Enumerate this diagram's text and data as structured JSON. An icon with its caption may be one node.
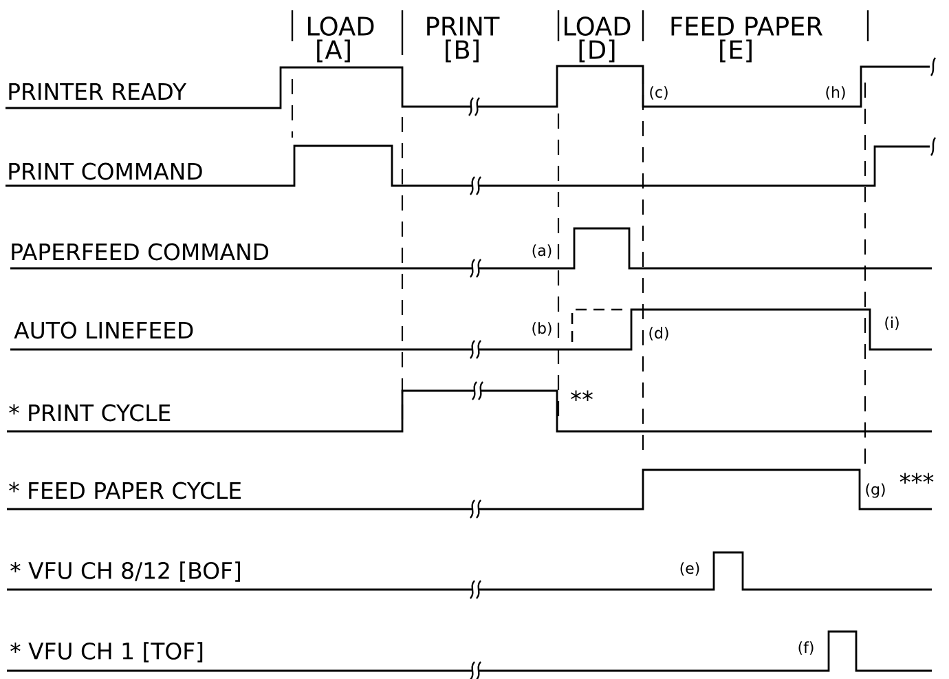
{
  "diagram": {
    "labels": [
      "LOAD",
      "PRINT",
      "LOAD",
      "FEED PAPER",
      "[A]",
      "[B]",
      "[D]",
      "[E]",
      "PRINTER READY",
      "(c)",
      "(h)",
      "PRINT COMMAND",
      "PAPERFEED COMMAND",
      "(a)",
      "AUTO LINEFEED",
      "(b)",
      "(i)",
      "(d)",
      "**",
      "* PRINT CYCLE",
      "***",
      "* FEED PAPER CYCLE",
      "(g)",
      "(e)",
      "* VFU CH 8/12 [BOF]",
      "(f)",
      "* VFU CH 1 [TOF]"
    ]
  }
}
